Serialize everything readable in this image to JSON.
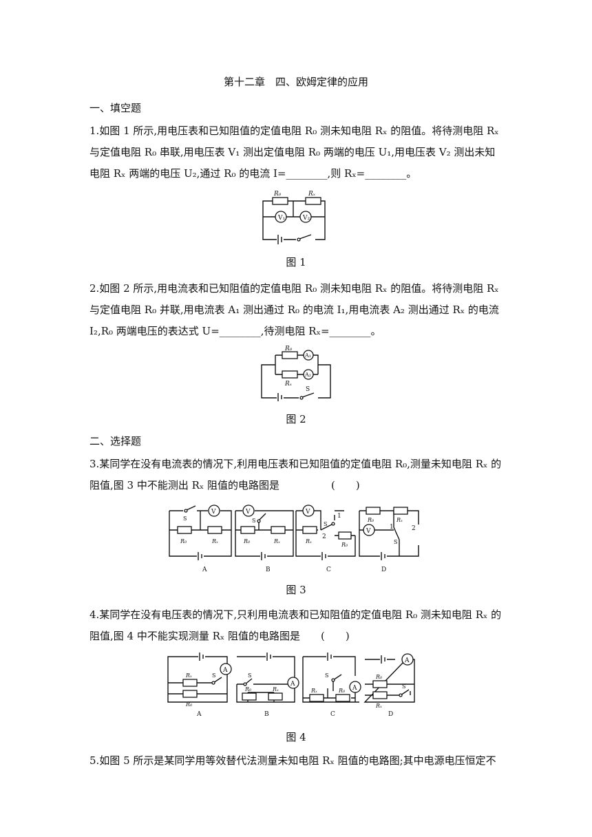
{
  "title": "第十二章　四、欧姆定律的应用",
  "section1": "一、填空题",
  "q1": "1.如图 1 所示,用电压表和已知阻值的定值电阻 R₀ 测未知电阻 Rₓ 的阻值。将待测电阻 Rₓ 与定值电阻 R₀ 串联,用电压表 V₁ 测出定值电阻 R₀ 两端的电压 U₁,用电压表 V₂ 测出未知电阻 Rₓ 两端的电压 U₂,通过 R₀ 的电流 I=________,则 Rₓ=________。",
  "fig1": "图 1",
  "q2": "2.如图 2 所示,用电流表和已知阻值的定值电阻 R₀ 测未知电阻 Rₓ 的阻值。将待测电阻 Rₓ 与定值电阻 R₀ 并联,用电流表 A₁ 测出通过 R₀ 的电流 I₁,用电流表 A₂ 测出通过 Rₓ 的电流 I₂,R₀ 两端电压的表达式 U=________,待测电阻 Rₓ=________。",
  "fig2": "图 2",
  "section2": "二、选择题",
  "q3": "3.某同学在没有电流表的情况下,利用电压表和已知阻值的定值电阻 R₀,测量未知电阻 Rₓ 的阻值,图 3 中不能测出 Rₓ 阻值的电路图是　　　　　(　　)",
  "fig3": "图 3",
  "q4": "4.某同学在没有电压表的情况下,只利用电流表和已知阻值的定值电阻 R₀ 测未知电阻 Rₓ 的阻值,图 4 中不能实现测量 Rₓ 阻值的电路图是　　(　　)",
  "fig4": "图 4",
  "q5": "5.如图 5 所示是某同学用等效替代法测量未知电阻 Rₓ 阻值的电路图;其中电源电压恒定不",
  "labels": {
    "r0": "R₀",
    "rx": "Rₓ",
    "v": "V",
    "v1": "V₁",
    "v2": "V₂",
    "a": "A",
    "a1": "A₁",
    "a2": "A₂",
    "s": "S",
    "one": "1",
    "two": "2",
    "optA": "A",
    "optB": "B",
    "optC": "C",
    "optD": "D"
  }
}
